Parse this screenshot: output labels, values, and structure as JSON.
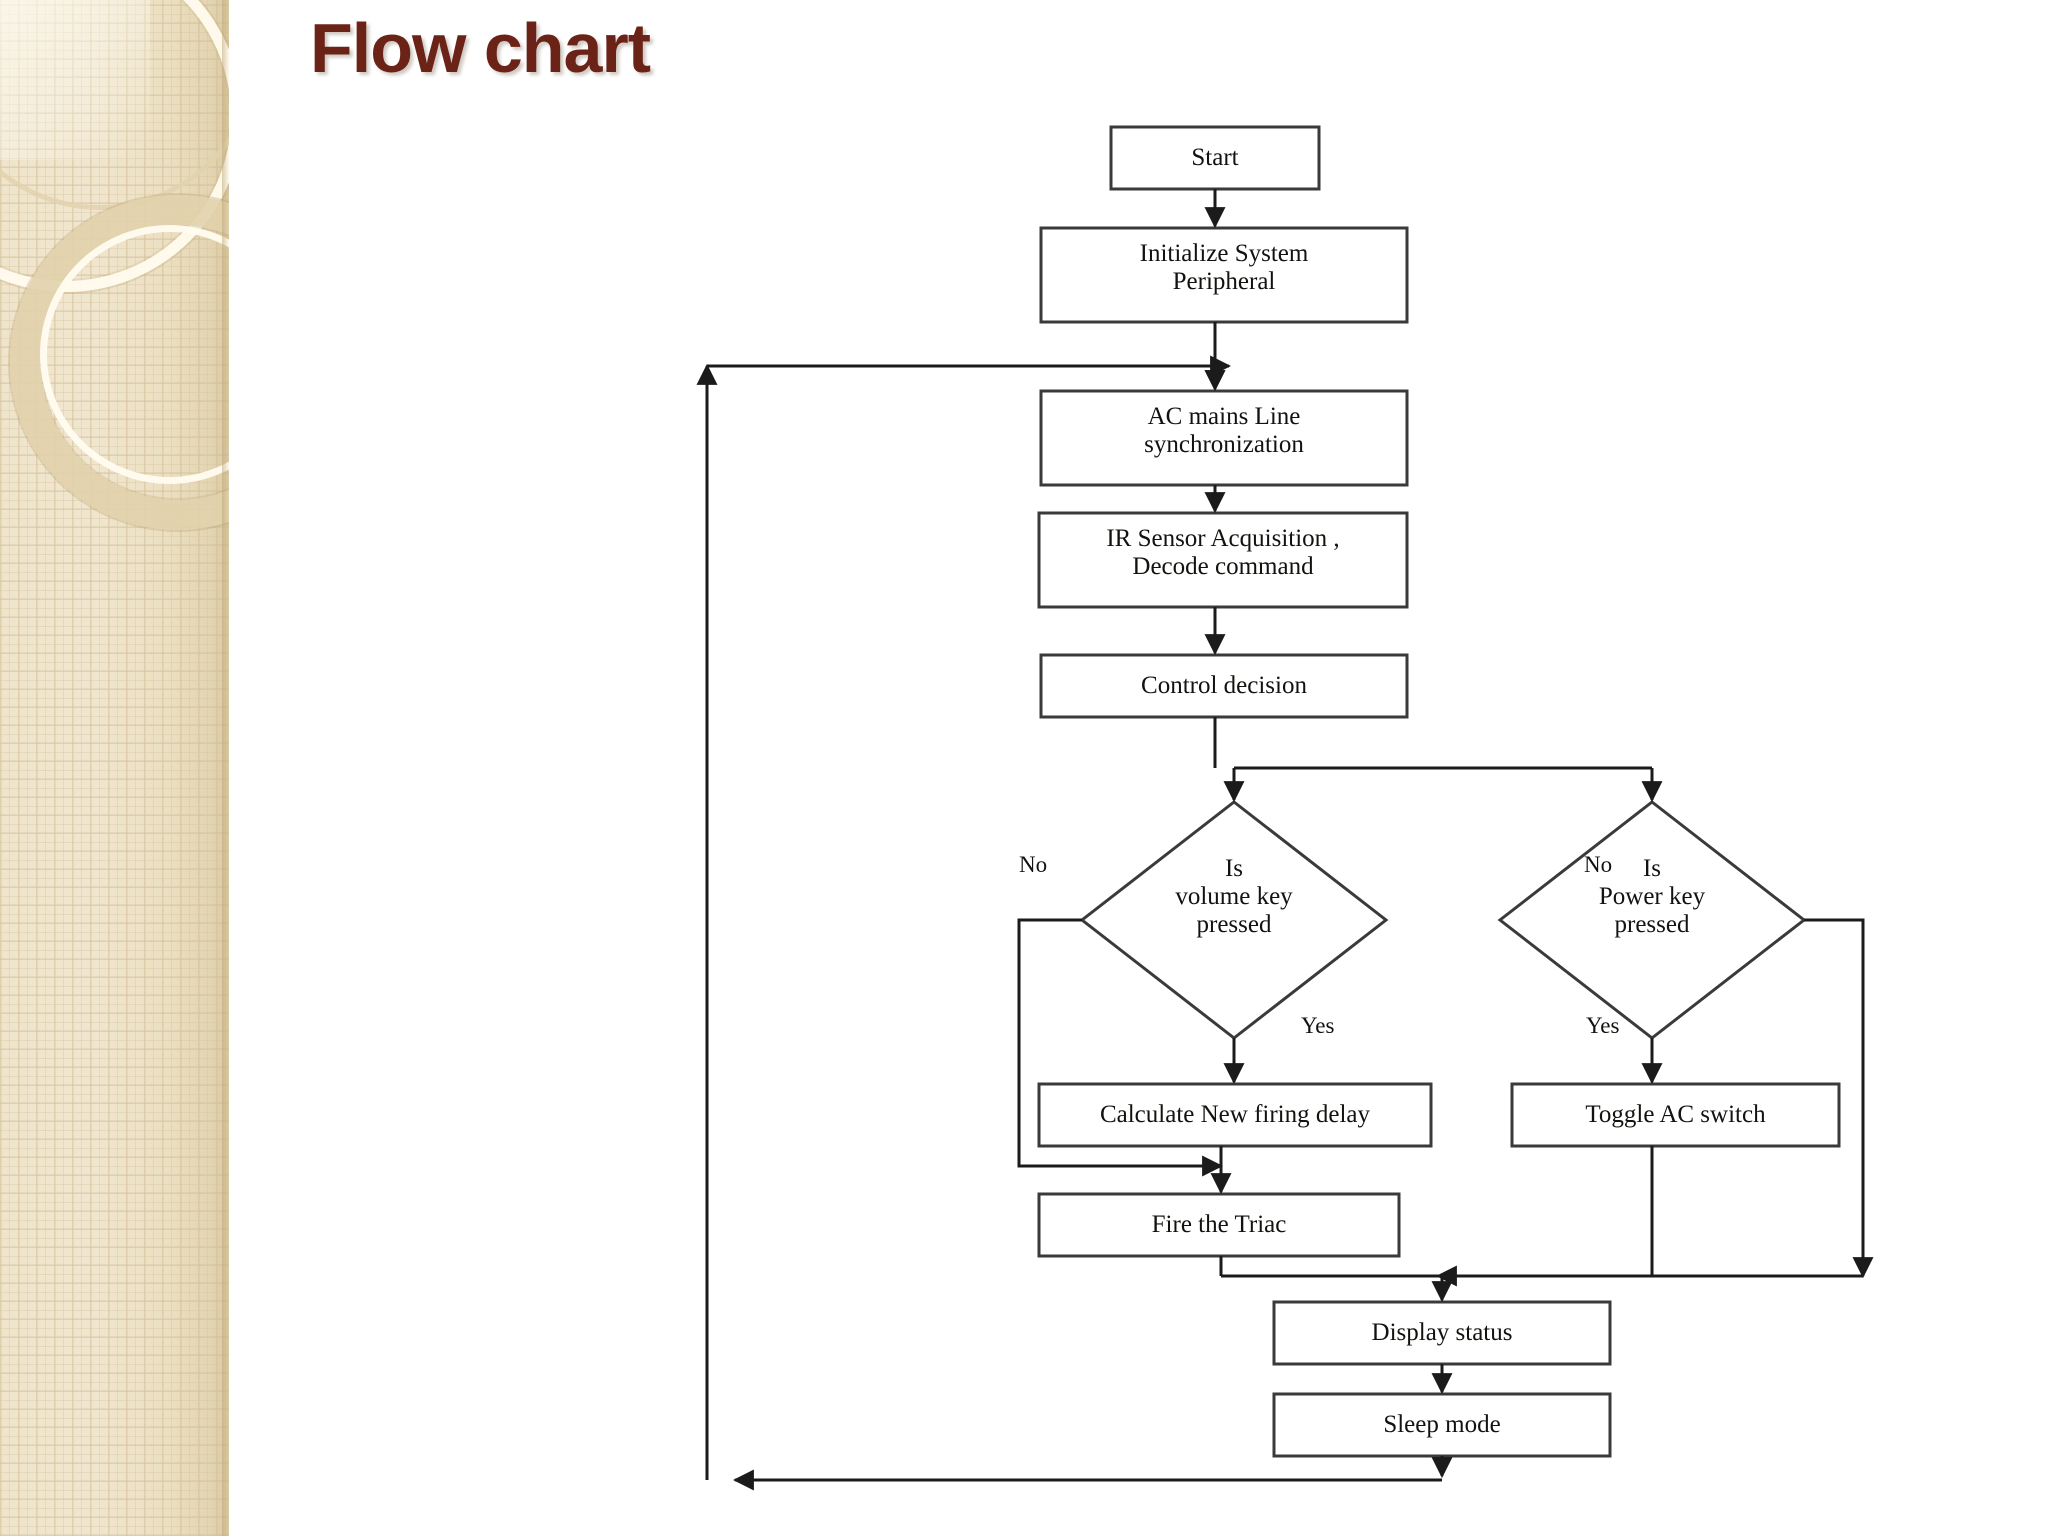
{
  "slide": {
    "title": "Flow chart",
    "title_color": "#6b2318",
    "background_color": "#ffffff",
    "sidebar_color": "#efe5cc"
  },
  "chart_data": {
    "type": "diagram",
    "diagram_kind": "flowchart",
    "title": "Flow chart",
    "nodes": [
      {
        "id": "start",
        "shape": "process",
        "label": "Start"
      },
      {
        "id": "init",
        "shape": "process",
        "label": "Initialize System\nPeripheral"
      },
      {
        "id": "acsync",
        "shape": "process",
        "label": "AC mains Line\nsynchronization"
      },
      {
        "id": "ir",
        "shape": "process",
        "label": "IR Sensor Acquisition ,\nDecode command"
      },
      {
        "id": "ctrl",
        "shape": "process",
        "label": "Control decision"
      },
      {
        "id": "volkey",
        "shape": "decision",
        "label": "Is\nvolume key\npressed"
      },
      {
        "id": "powkey",
        "shape": "decision",
        "label": "Is\nPower key\npressed"
      },
      {
        "id": "calcdelay",
        "shape": "process",
        "label": "Calculate New firing delay"
      },
      {
        "id": "toggleac",
        "shape": "process",
        "label": "Toggle  AC switch"
      },
      {
        "id": "firetriac",
        "shape": "process",
        "label": "Fire the Triac"
      },
      {
        "id": "display",
        "shape": "process",
        "label": "Display status"
      },
      {
        "id": "sleep",
        "shape": "process",
        "label": "Sleep mode"
      }
    ],
    "edges": [
      {
        "from": "start",
        "to": "init",
        "label": ""
      },
      {
        "from": "init",
        "to": "acsync",
        "label": ""
      },
      {
        "from": "acsync",
        "to": "ir",
        "label": ""
      },
      {
        "from": "ir",
        "to": "ctrl",
        "label": ""
      },
      {
        "from": "ctrl",
        "to": "volkey",
        "label": ""
      },
      {
        "from": "ctrl",
        "to": "powkey",
        "label": ""
      },
      {
        "from": "volkey",
        "to": "calcdelay",
        "label": "Yes"
      },
      {
        "from": "volkey",
        "to": "firetriac",
        "label": "No"
      },
      {
        "from": "powkey",
        "to": "toggleac",
        "label": "Yes"
      },
      {
        "from": "powkey",
        "to": "display",
        "label": "No"
      },
      {
        "from": "calcdelay",
        "to": "firetriac",
        "label": ""
      },
      {
        "from": "toggleac",
        "to": "display",
        "label": ""
      },
      {
        "from": "firetriac",
        "to": "display",
        "label": ""
      },
      {
        "from": "display",
        "to": "sleep",
        "label": ""
      },
      {
        "from": "sleep",
        "to": "acsync",
        "label": ""
      }
    ],
    "edge_labels": {
      "volume_no": "No",
      "volume_yes": "Yes",
      "power_no": "No",
      "power_yes": "Yes"
    },
    "stroke_color": "#3a3a3a",
    "fill_color": "#ffffff"
  }
}
